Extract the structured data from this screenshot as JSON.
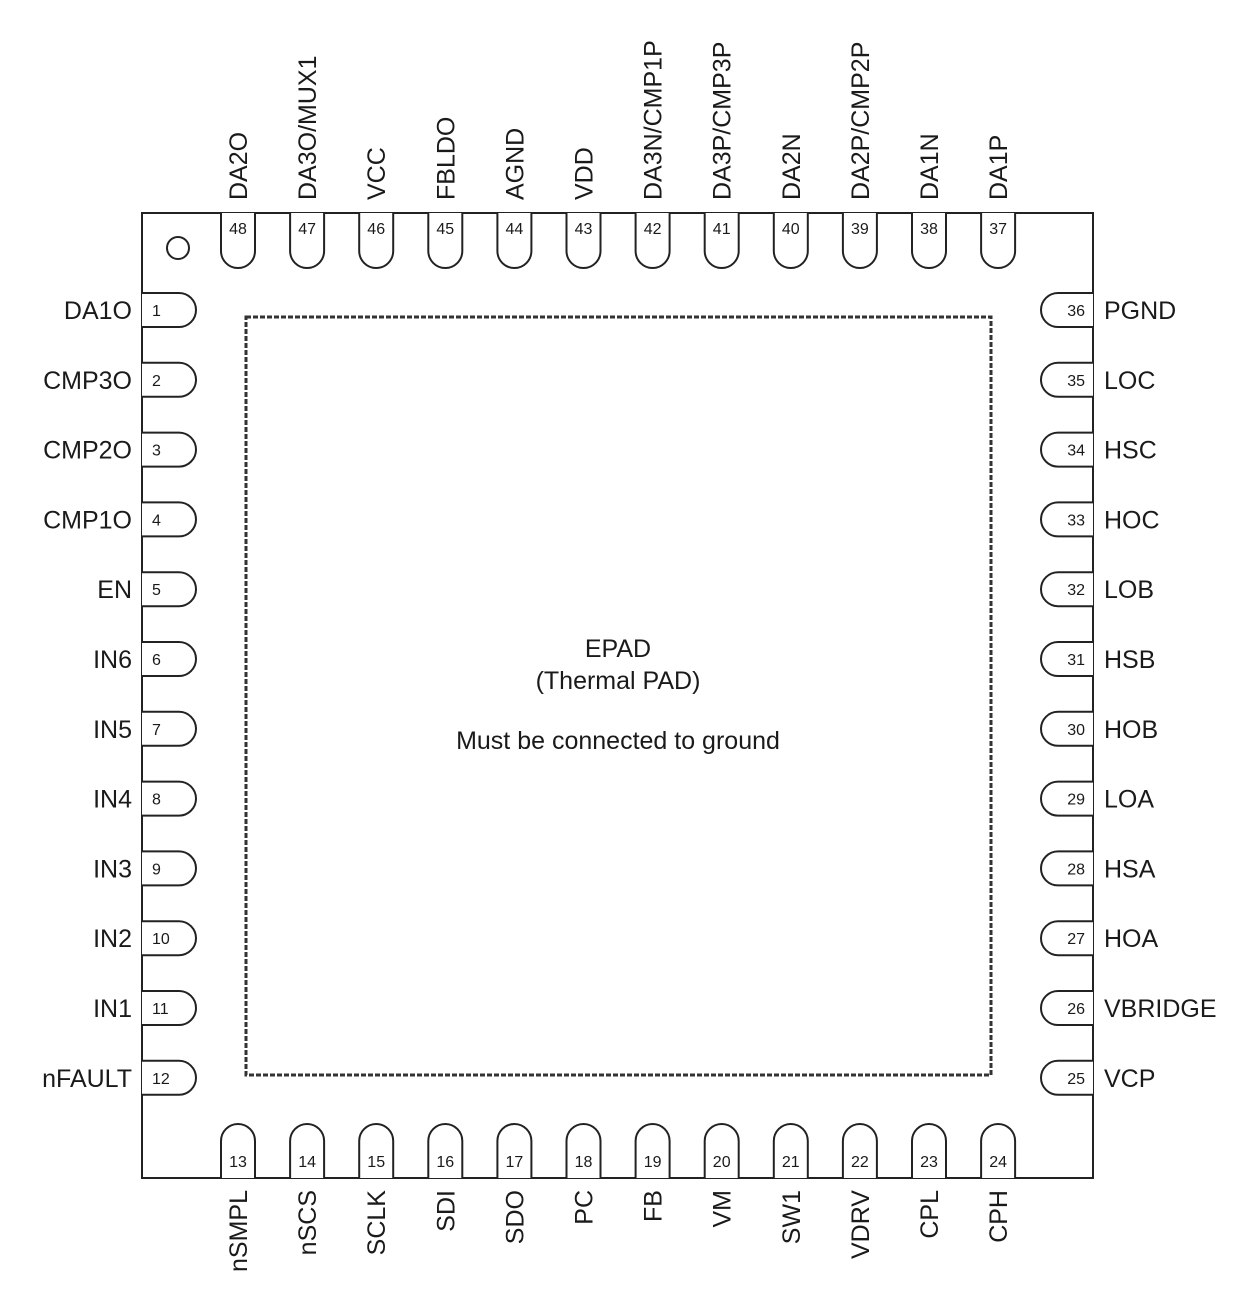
{
  "center": {
    "title": "EPAD",
    "subtitle": "(Thermal PAD)",
    "note": "Must be connected to ground"
  },
  "pins": {
    "left": [
      {
        "num": "1",
        "name": "DA1O"
      },
      {
        "num": "2",
        "name": "CMP3O"
      },
      {
        "num": "3",
        "name": "CMP2O"
      },
      {
        "num": "4",
        "name": "CMP1O"
      },
      {
        "num": "5",
        "name": "EN"
      },
      {
        "num": "6",
        "name": "IN6"
      },
      {
        "num": "7",
        "name": "IN5"
      },
      {
        "num": "8",
        "name": "IN4"
      },
      {
        "num": "9",
        "name": "IN3"
      },
      {
        "num": "10",
        "name": "IN2"
      },
      {
        "num": "11",
        "name": "IN1"
      },
      {
        "num": "12",
        "name": "nFAULT"
      }
    ],
    "bottom": [
      {
        "num": "13",
        "name": "nSMPL"
      },
      {
        "num": "14",
        "name": "nSCS"
      },
      {
        "num": "15",
        "name": "SCLK"
      },
      {
        "num": "16",
        "name": "SDI"
      },
      {
        "num": "17",
        "name": "SDO"
      },
      {
        "num": "18",
        "name": "PC"
      },
      {
        "num": "19",
        "name": "FB"
      },
      {
        "num": "20",
        "name": "VM"
      },
      {
        "num": "21",
        "name": "SW1"
      },
      {
        "num": "22",
        "name": "VDRV"
      },
      {
        "num": "23",
        "name": "CPL"
      },
      {
        "num": "24",
        "name": "CPH"
      }
    ],
    "right": [
      {
        "num": "25",
        "name": "VCP"
      },
      {
        "num": "26",
        "name": "VBRIDGE"
      },
      {
        "num": "27",
        "name": "HOA"
      },
      {
        "num": "28",
        "name": "HSA"
      },
      {
        "num": "29",
        "name": "LOA"
      },
      {
        "num": "30",
        "name": "HOB"
      },
      {
        "num": "31",
        "name": "HSB"
      },
      {
        "num": "32",
        "name": "LOB"
      },
      {
        "num": "33",
        "name": "HOC"
      },
      {
        "num": "34",
        "name": "HSC"
      },
      {
        "num": "35",
        "name": "LOC"
      },
      {
        "num": "36",
        "name": "PGND"
      }
    ],
    "top": [
      {
        "num": "37",
        "name": "DA1P"
      },
      {
        "num": "38",
        "name": "DA1N"
      },
      {
        "num": "39",
        "name": "DA2P/CMP2P"
      },
      {
        "num": "40",
        "name": "DA2N"
      },
      {
        "num": "41",
        "name": "DA3P/CMP3P"
      },
      {
        "num": "42",
        "name": "DA3N/CMP1P"
      },
      {
        "num": "43",
        "name": "VDD"
      },
      {
        "num": "44",
        "name": "AGND"
      },
      {
        "num": "45",
        "name": "FBLDO"
      },
      {
        "num": "46",
        "name": "VCC"
      },
      {
        "num": "47",
        "name": "DA3O/MUX1"
      },
      {
        "num": "48",
        "name": "DA2O"
      }
    ]
  }
}
